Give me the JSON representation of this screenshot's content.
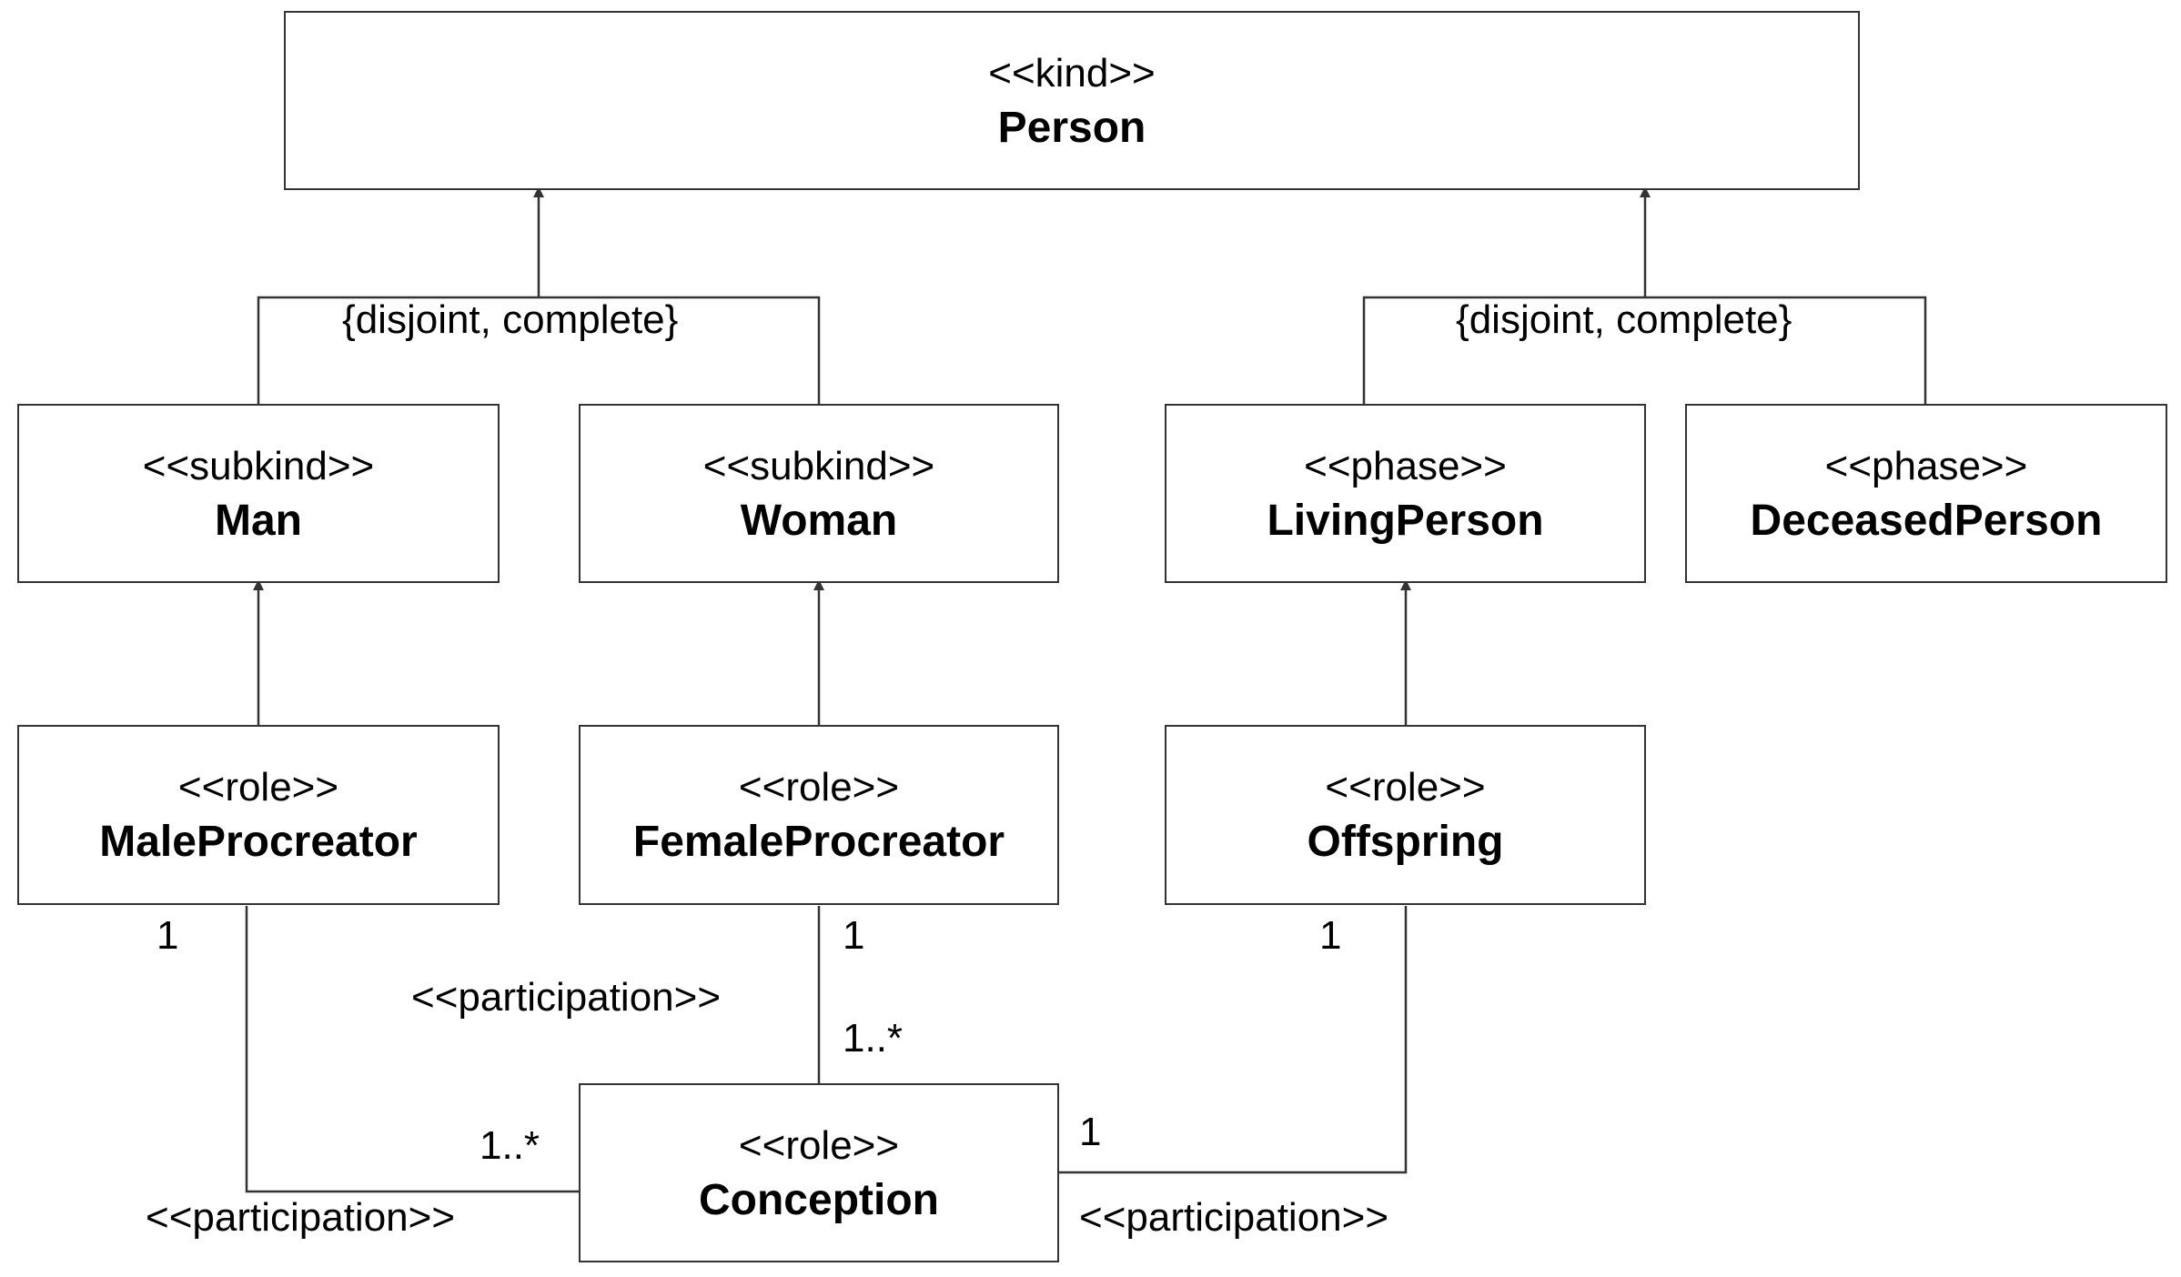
{
  "classes": {
    "person": {
      "stereotype": "<<kind>>",
      "name": "Person"
    },
    "man": {
      "stereotype": "<<subkind>>",
      "name": "Man"
    },
    "woman": {
      "stereotype": "<<subkind>>",
      "name": "Woman"
    },
    "living_person": {
      "stereotype": "<<phase>>",
      "name": "LivingPerson"
    },
    "deceased_person": {
      "stereotype": "<<phase>>",
      "name": "DeceasedPerson"
    },
    "male_procreator": {
      "stereotype": "<<role>>",
      "name": "MaleProcreator"
    },
    "female_procreator": {
      "stereotype": "<<role>>",
      "name": "FemaleProcreator"
    },
    "offspring": {
      "stereotype": "<<role>>",
      "name": "Offspring"
    },
    "conception": {
      "stereotype": "<<role>>",
      "name": "Conception"
    }
  },
  "generalization_sets": {
    "sex": {
      "constraint": "{disjoint, complete}"
    },
    "life": {
      "constraint": "{disjoint, complete}"
    }
  },
  "associations": {
    "male": {
      "stereotype": "<<participation>>",
      "mult_role": "1",
      "mult_conception": "1..*"
    },
    "female": {
      "stereotype": "<<participation>>",
      "mult_role": "1",
      "mult_conception": "1..*"
    },
    "offspring": {
      "stereotype": "<<participation>>",
      "mult_role": "1",
      "mult_conception": "1"
    }
  },
  "colors": {
    "line": "#333333",
    "box_border": "#333333",
    "text": "#000000",
    "background": "#ffffff"
  }
}
